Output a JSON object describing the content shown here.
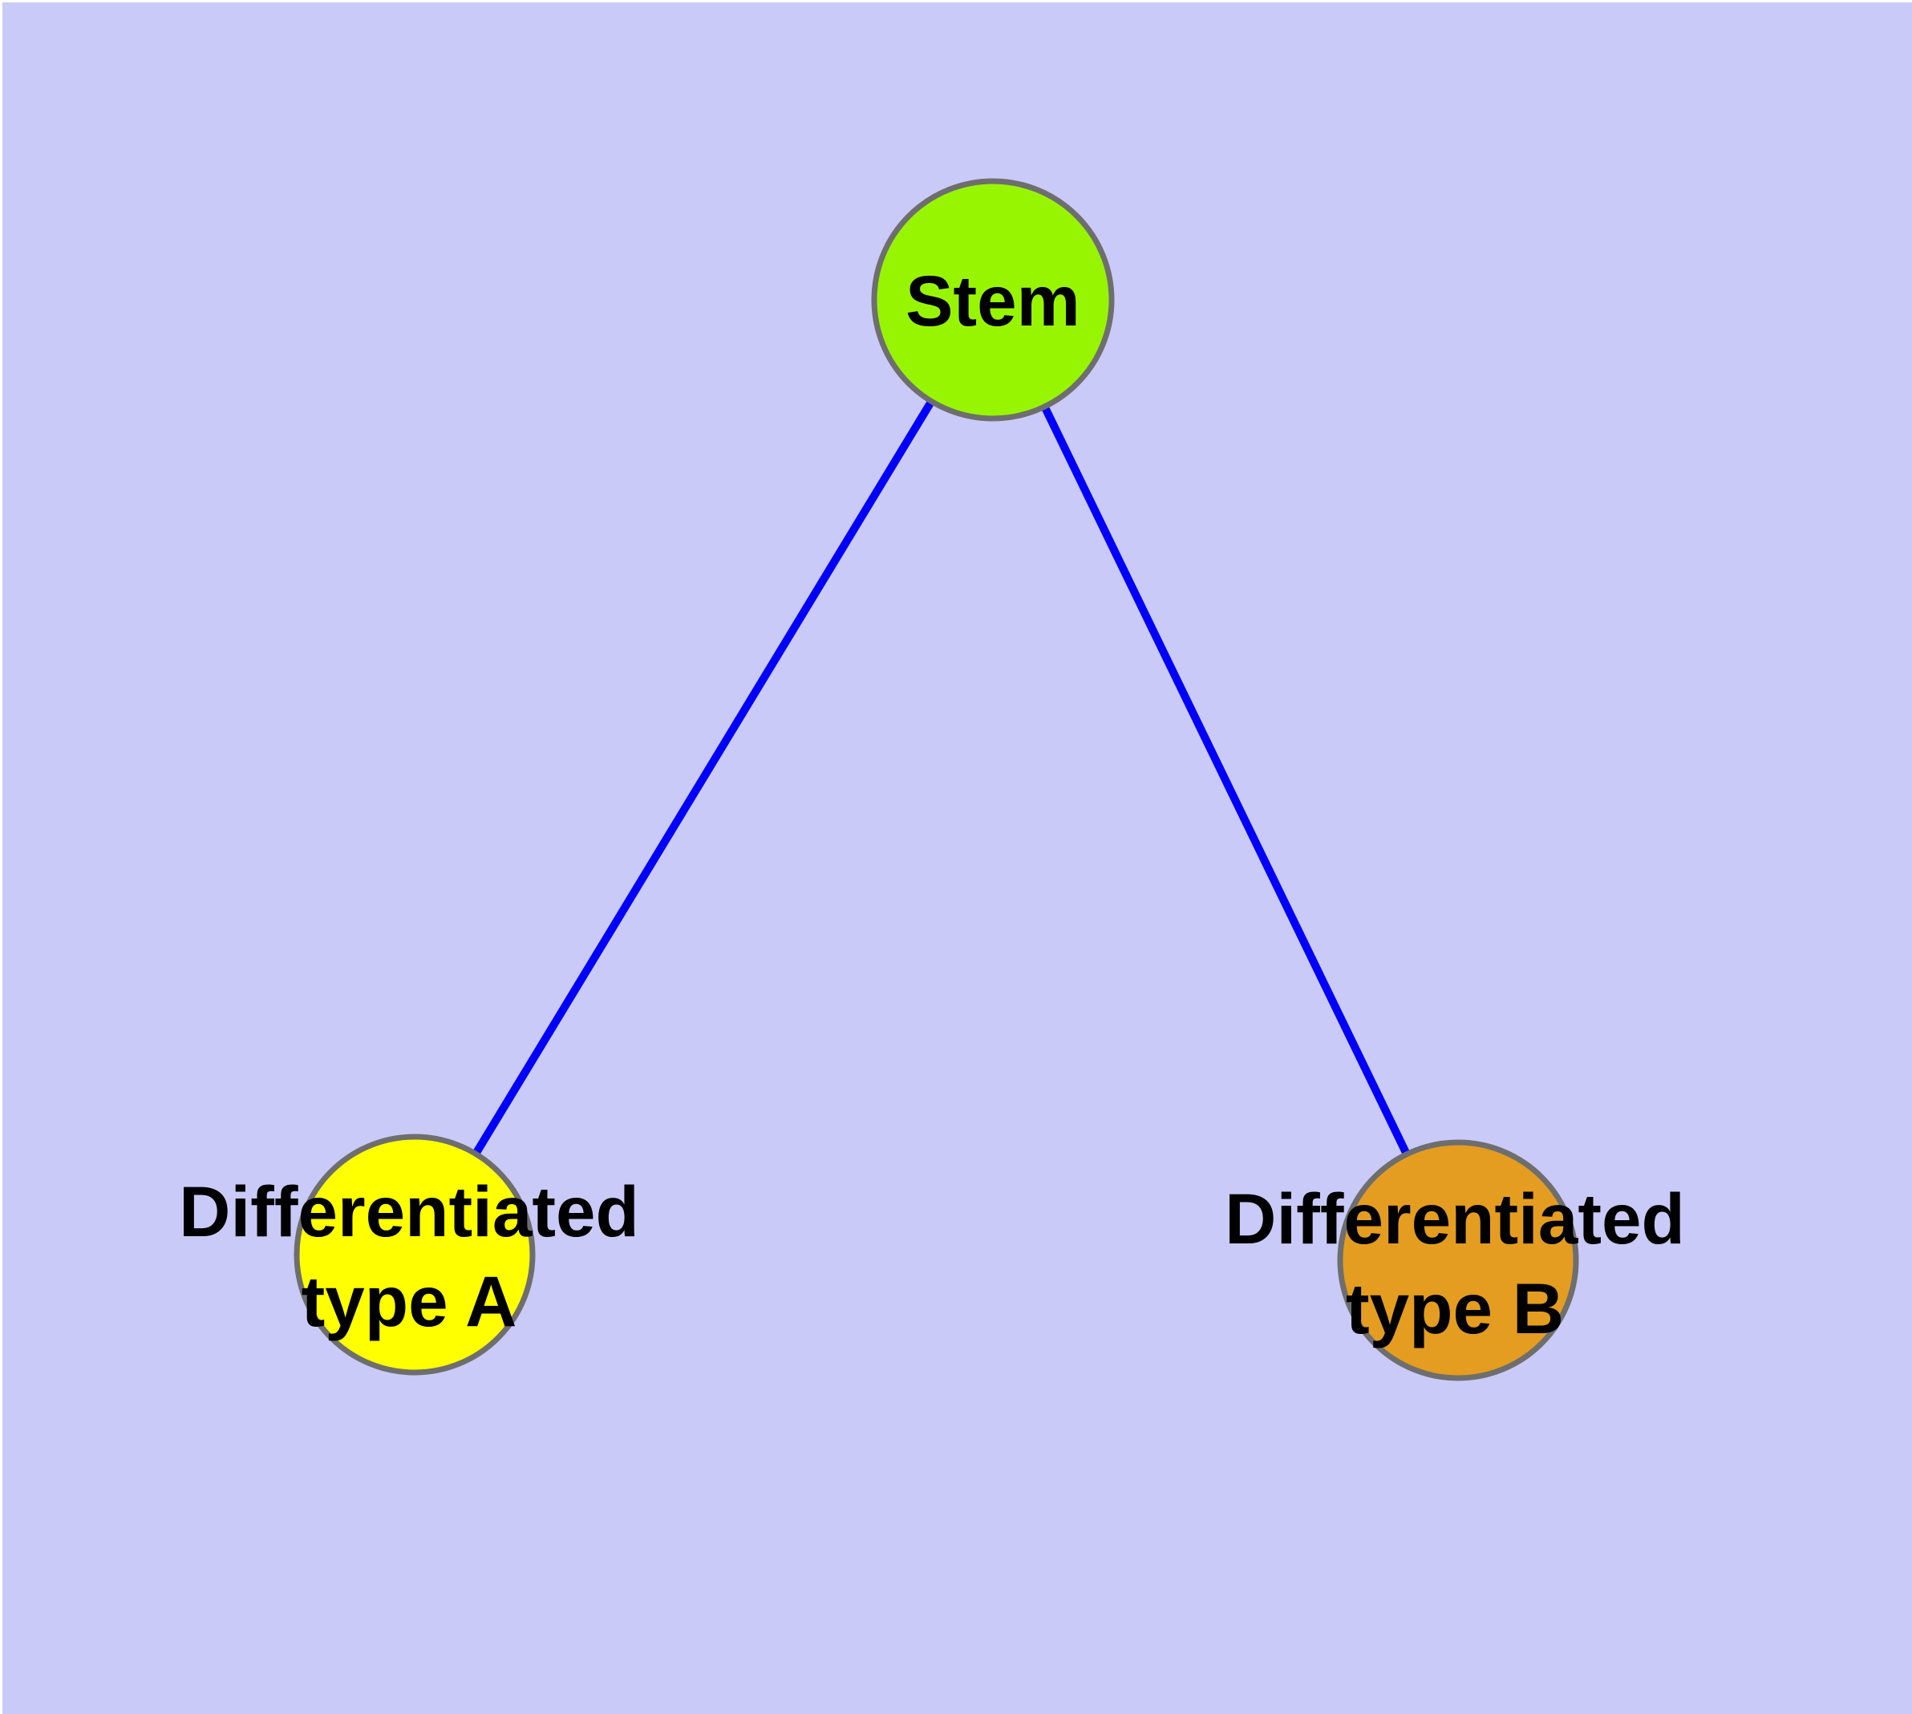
{
  "diagram": {
    "background_color": "#CACAF8",
    "edge_color": "#0000FA",
    "node_border_color": "#6E6E6E",
    "label_color": "#000000",
    "nodes": [
      {
        "id": "stem",
        "label": "Stem",
        "fill": "#98F502"
      },
      {
        "id": "type_a",
        "label_line1": "Differentiated",
        "label_line2": "type A",
        "fill": "#FFFF00"
      },
      {
        "id": "type_b",
        "label_line1": "Differentiated",
        "label_line2": "type B",
        "fill": "#E49D20"
      }
    ],
    "edges": [
      {
        "from": "stem",
        "to": "type_a"
      },
      {
        "from": "stem",
        "to": "type_b"
      }
    ]
  }
}
